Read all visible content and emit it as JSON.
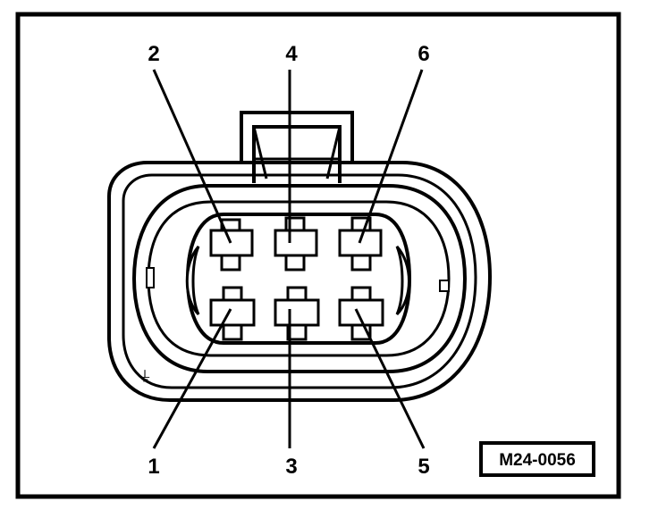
{
  "pins": [
    {
      "label": "2"
    },
    {
      "label": "4"
    },
    {
      "label": "6"
    },
    {
      "label": "1"
    },
    {
      "label": "3"
    },
    {
      "label": "5"
    }
  ],
  "reference_code": "M24-0056",
  "ground_symbol": "⏚"
}
